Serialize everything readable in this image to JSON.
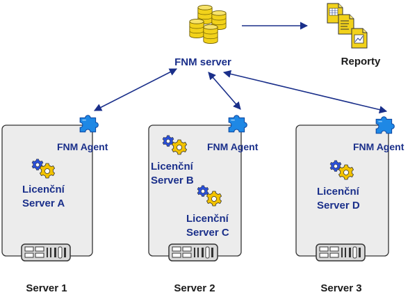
{
  "colors": {
    "text_blue": "#1a2f8a",
    "text_black": "#1a1a1a",
    "arrow": "#1a2f8a",
    "server_fill": "#ececec",
    "server_stroke": "#333333",
    "puzzle": "#1e88e5",
    "db": "#f2d21b",
    "report": "#f2d21b",
    "gear_blue": "#2a4fd6",
    "gear_yellow": "#f2c200"
  },
  "top": {
    "fnm_server_label": "FNM server",
    "reports_label": "Reporty",
    "db_icon": "database-icon",
    "reports_icon": "documents-icon"
  },
  "servers": [
    {
      "name": "Server 1",
      "agent_label": "FNM Agent",
      "licences": [
        {
          "line1": "Licenční",
          "line2": "Server A"
        }
      ]
    },
    {
      "name": "Server 2",
      "agent_label": "FNM Agent",
      "licences": [
        {
          "line1": "Licenční",
          "line2": "Server B"
        },
        {
          "line1": "Licenční",
          "line2": "Server C"
        }
      ]
    },
    {
      "name": "Server 3",
      "agent_label": "FNM Agent",
      "licences": [
        {
          "line1": "Licenční",
          "line2": "Server D"
        }
      ]
    }
  ]
}
